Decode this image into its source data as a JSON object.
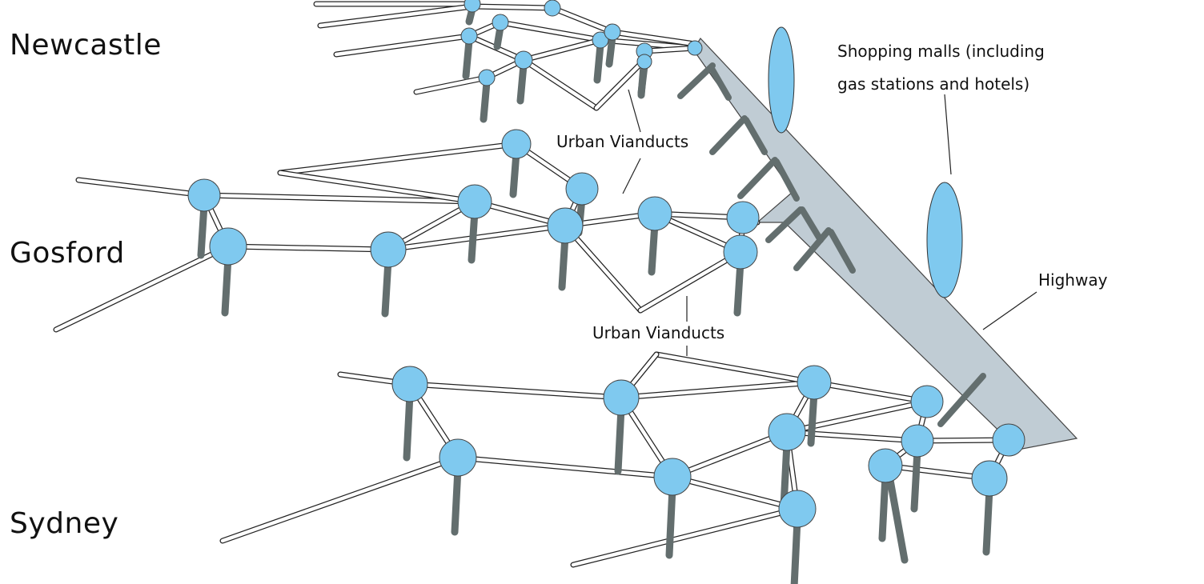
{
  "cities": {
    "newcastle": "Newcastle",
    "gosford": "Gosford",
    "sydney": "Sydney"
  },
  "annotations": {
    "urban_viaducts_upper": "Urban Vianducts",
    "urban_viaducts_lower": "Urban Vianducts",
    "shopping_line1": "Shopping malls (including",
    "shopping_line2": "gas stations and hotels)",
    "highway": "Highway"
  },
  "colors": {
    "node": "#7fc9ef",
    "pillar": "#636e6e",
    "highway": "#c0ccd4",
    "mall": "#7fc9ef",
    "tube": "#ffffff",
    "outline": "#222222"
  },
  "icons": [
    "station-node",
    "support-pillar",
    "viaduct-tube",
    "highway-deck",
    "shopping-mall-pod"
  ]
}
